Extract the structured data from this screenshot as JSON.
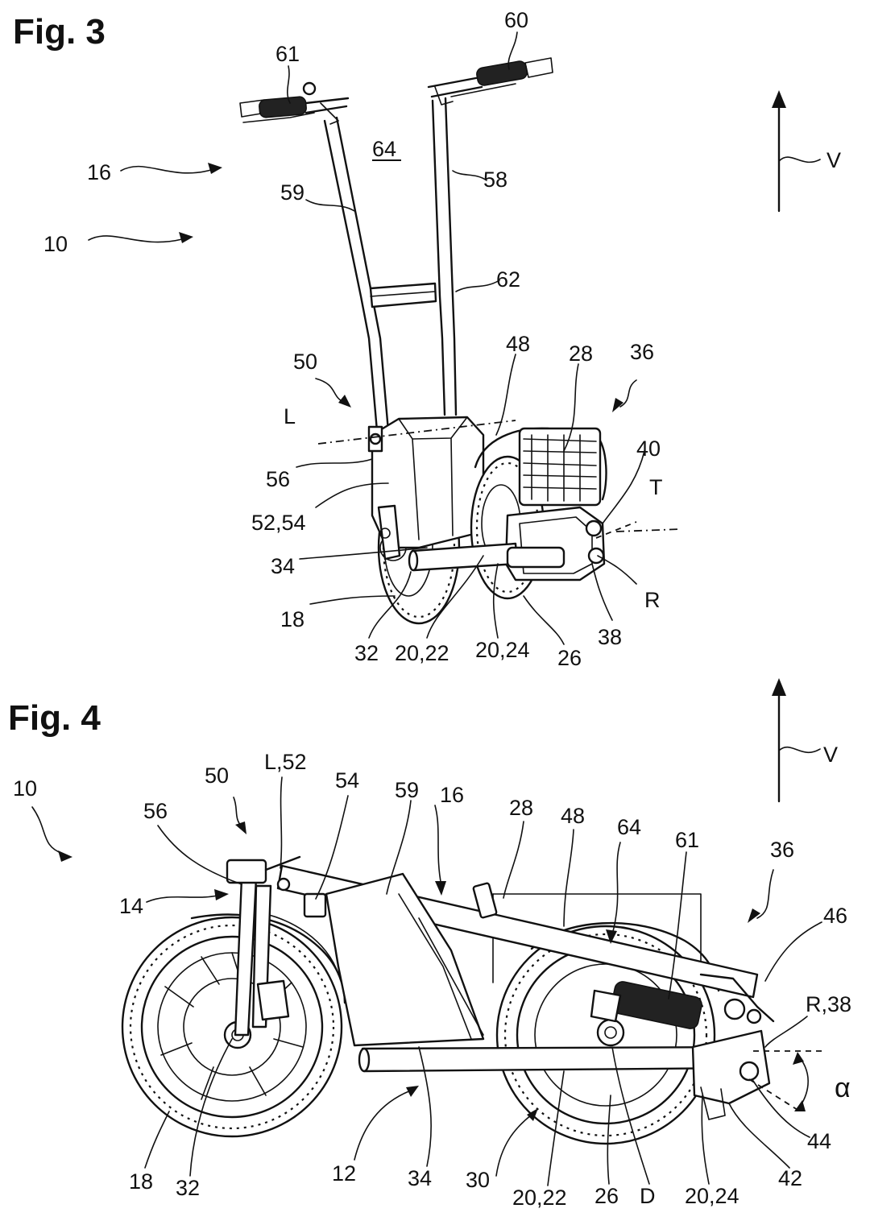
{
  "fig3": {
    "title": "Fig. 3",
    "labels": {
      "l61": "61",
      "l60": "60",
      "l64": "64",
      "l16": "16",
      "l58": "58",
      "l59": "59",
      "l10": "10",
      "l62": "62",
      "l50": "50",
      "l48": "48",
      "l28": "28",
      "l36": "36",
      "lL": "L",
      "l40": "40",
      "lT": "T",
      "l56": "56",
      "l5254": "52,54",
      "l34": "34",
      "lR": "R",
      "l18": "18",
      "l38": "38",
      "l32": "32",
      "l2022": "20,22",
      "l2024": "20,24",
      "l26": "26",
      "lV": "V"
    }
  },
  "fig4": {
    "title": "Fig. 4",
    "labels": {
      "l10": "10",
      "l50": "50",
      "lL52": "L,52",
      "l54": "54",
      "l59": "59",
      "l16": "16",
      "l28": "28",
      "l48": "48",
      "l64": "64",
      "l61": "61",
      "l36": "36",
      "l56": "56",
      "l14": "14",
      "l46": "46",
      "lR38": "R,38",
      "lalpha": "α",
      "l44": "44",
      "l42": "42",
      "l18": "18",
      "l32": "32",
      "l12": "12",
      "l34": "34",
      "l30": "30",
      "l2022": "20,22",
      "l26": "26",
      "lD": "D",
      "l2024": "20,24",
      "lV": "V"
    }
  }
}
